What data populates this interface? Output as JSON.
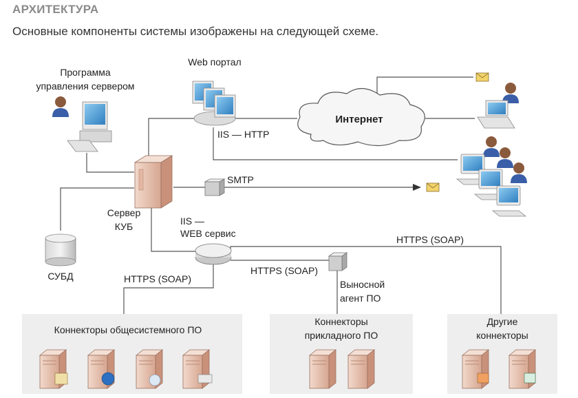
{
  "header": {
    "title": "АРХИТЕКТУРА",
    "subtitle": "Основные компоненты системы изображены на следующей схеме."
  },
  "diagram": {
    "admin_line1": "Программа",
    "admin_line2": "управления сервером",
    "web_portal": "Web портал",
    "iis_http": "IIS — HTTP",
    "internet": "Интернет",
    "smtp": "SMTP",
    "server_line1": "Сервер",
    "server_line2": "КУБ",
    "iis_web_line1": "IIS —",
    "iis_web_line2": "WEB сервис",
    "https_right": "HTTPS (SOAP)",
    "https_mid": "HTTPS (SOAP)",
    "https_left": "HTTPS (SOAP)",
    "dbms": "СУБД",
    "agent_line1": "Выносной",
    "agent_line2": "агент ПО",
    "box1_title": "Коннекторы общесистемного ПО",
    "box2_line1": "Коннекторы",
    "box2_line2": "прикладного ПО",
    "box3_line1": "Другие",
    "box3_line2": "коннекторы"
  },
  "colors": {
    "server": "#e7c4b4",
    "screen": "#4a9fd8",
    "box": "#eeeeee",
    "envelope": "#f2d36a"
  }
}
